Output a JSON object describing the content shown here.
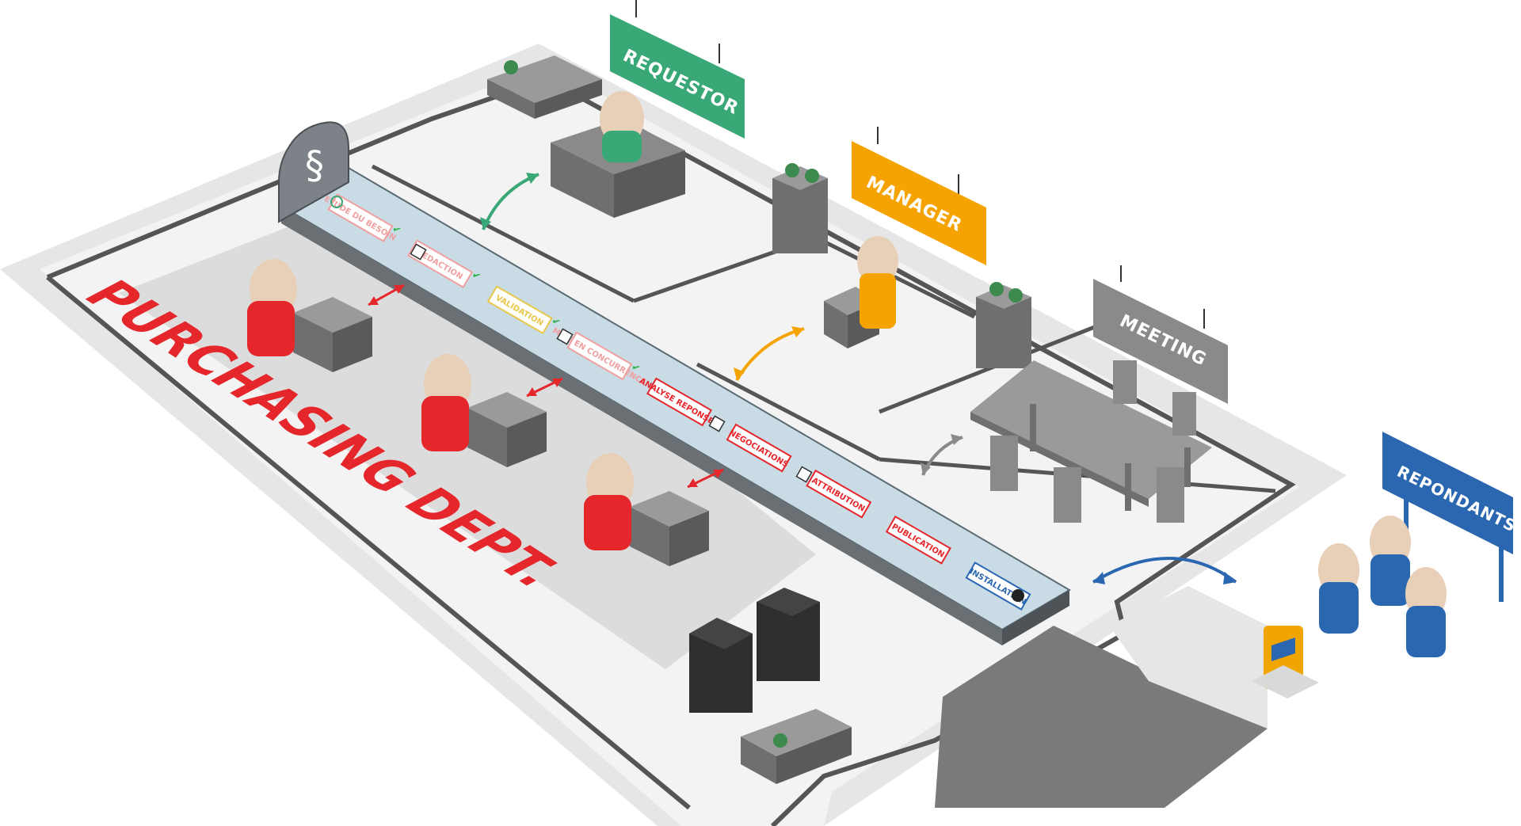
{
  "signs": {
    "requestor": "REQUESTOR",
    "manager": "MANAGER",
    "meeting": "MEETING",
    "repondants": "REPONDANTS"
  },
  "department_label": "PURCHASING DEPT.",
  "process_steps": [
    {
      "label": "ETUDE DU BESOIN",
      "status": "done"
    },
    {
      "label": "REDACTION",
      "status": "done"
    },
    {
      "label": "VALIDATION",
      "status": "done"
    },
    {
      "label": "MISE EN CONCURRENCE",
      "status": "done"
    },
    {
      "label": "ANALYSE REPONSES",
      "status": "active"
    },
    {
      "label": "NEGOCIATIONS",
      "status": "active"
    },
    {
      "label": "ATTRIBUTION",
      "status": "active"
    },
    {
      "label": "PUBLICATION",
      "status": "active"
    },
    {
      "label": "INSTALLATION",
      "status": "final"
    }
  ],
  "colors": {
    "requestor": "#3aa876",
    "manager": "#f5a300",
    "meeting": "#8a8a8a",
    "repondants": "#2b67b1",
    "purchasing": "#e5262b",
    "done_step": "#f0a0a0",
    "validation_step": "#e8c84a",
    "final_step": "#2b67b1",
    "check": "#2bb34a",
    "floor": "#f3f3f3",
    "wall": "#555555",
    "board": "#c9dbe5"
  },
  "icons": {
    "logo": "swirl-logo-icon",
    "mailbox": "mailbox-icon",
    "plant": "plant-icon",
    "server": "server-icon"
  }
}
